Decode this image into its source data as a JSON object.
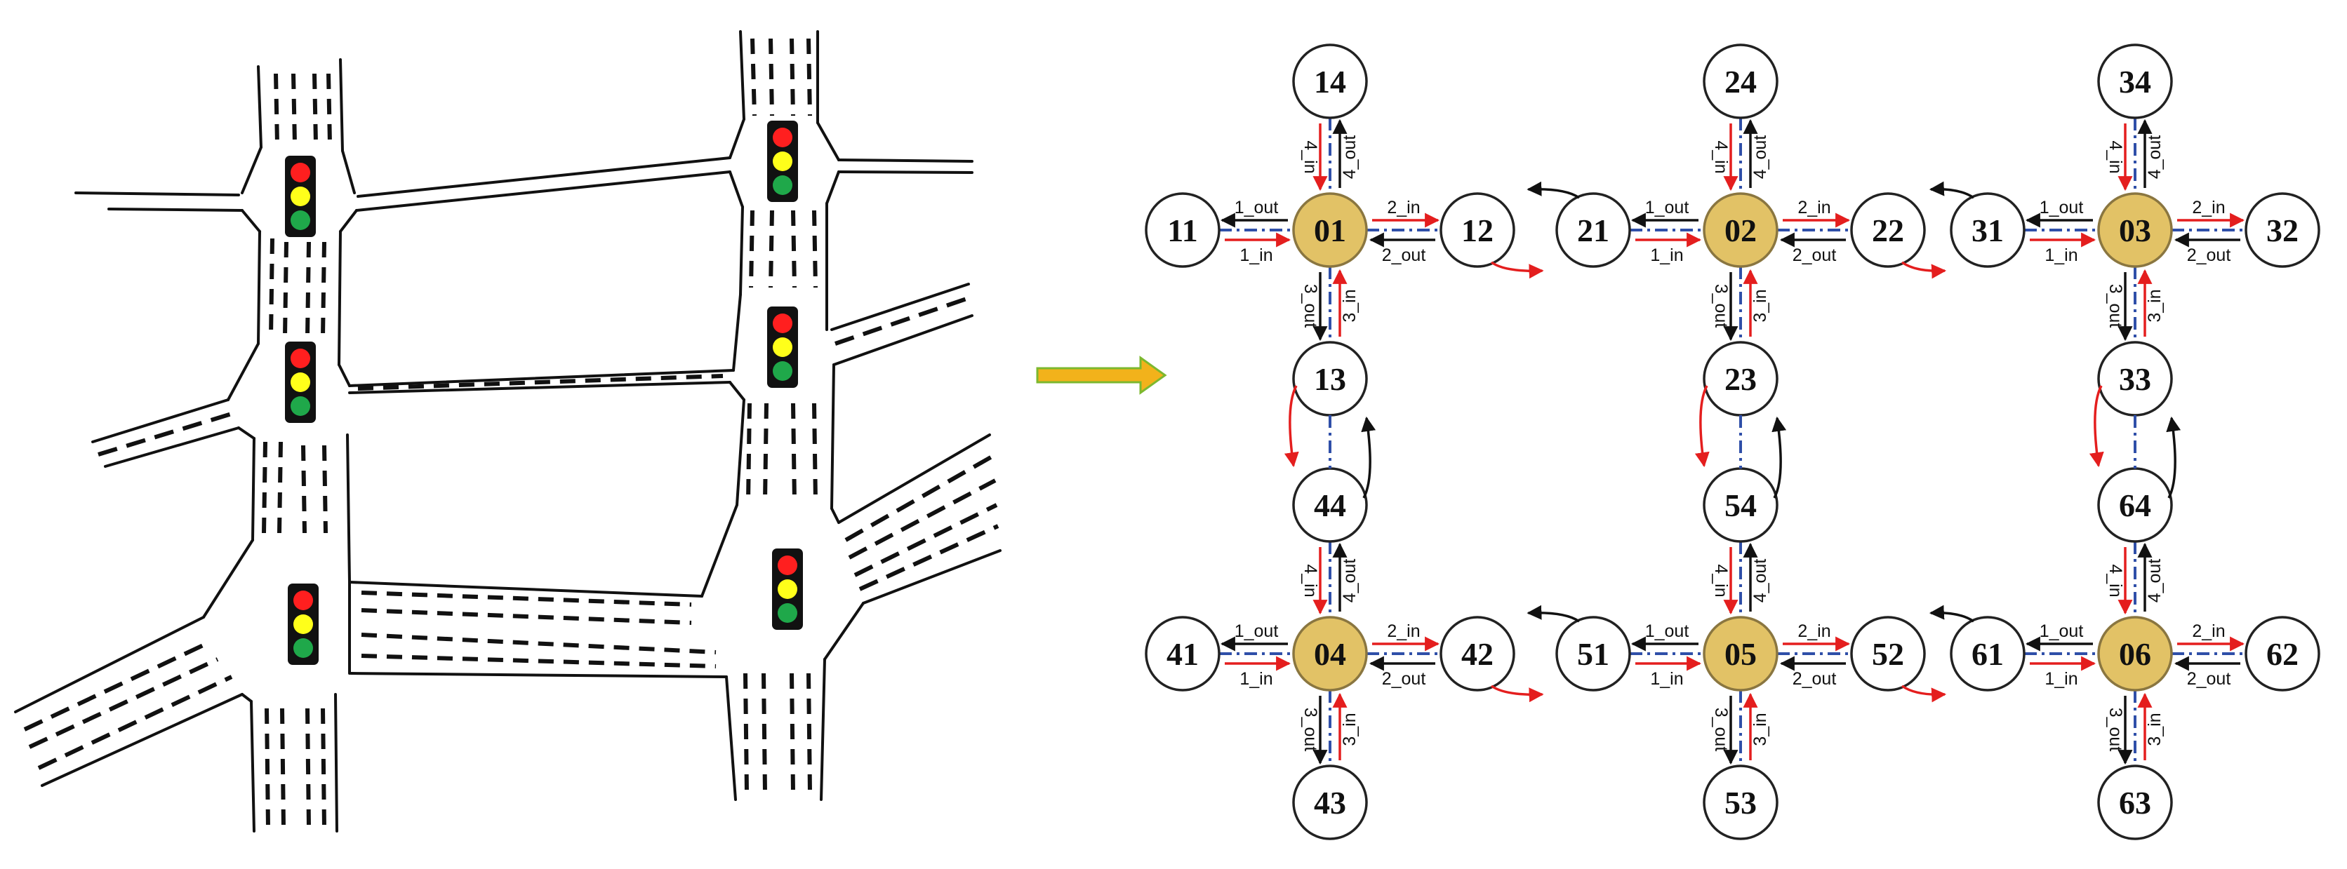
{
  "figure": {
    "left_panel": {
      "description_visible": false,
      "traffic_light_colors": [
        "#ff1f1f",
        "#ffff1a",
        "#1fa84a"
      ],
      "traffic_light_count": 6
    },
    "transition_arrow": {
      "fill": "#f2b21b",
      "stroke": "#7cb82f"
    },
    "right_panel": {
      "center_fill": "#e2c266",
      "link_color_in": "#e41e1e",
      "link_color_out": "#111111",
      "link_color_lane": "#2f4fa8",
      "centers": [
        {
          "id": "01",
          "neighbors": {
            "left": "11",
            "right": "12",
            "top": "14",
            "bottom": "13"
          }
        },
        {
          "id": "02",
          "neighbors": {
            "left": "21",
            "right": "22",
            "top": "24",
            "bottom": "23"
          }
        },
        {
          "id": "03",
          "neighbors": {
            "left": "31",
            "right": "32",
            "top": "34",
            "bottom": "33"
          }
        },
        {
          "id": "04",
          "neighbors": {
            "left": "41",
            "right": "42",
            "top": "44",
            "bottom": "43"
          }
        },
        {
          "id": "05",
          "neighbors": {
            "left": "51",
            "right": "52",
            "top": "54",
            "bottom": "53"
          }
        },
        {
          "id": "06",
          "neighbors": {
            "left": "61",
            "right": "62",
            "top": "64",
            "bottom": "63"
          }
        }
      ],
      "edge_labels": {
        "left_out": "1_out",
        "left_in": "1_in",
        "right_in": "2_in",
        "right_out": "2_out",
        "bottom_out": "3_out",
        "bottom_in": "3_in",
        "top_in": "4_in",
        "top_out": "4_out"
      }
    }
  }
}
